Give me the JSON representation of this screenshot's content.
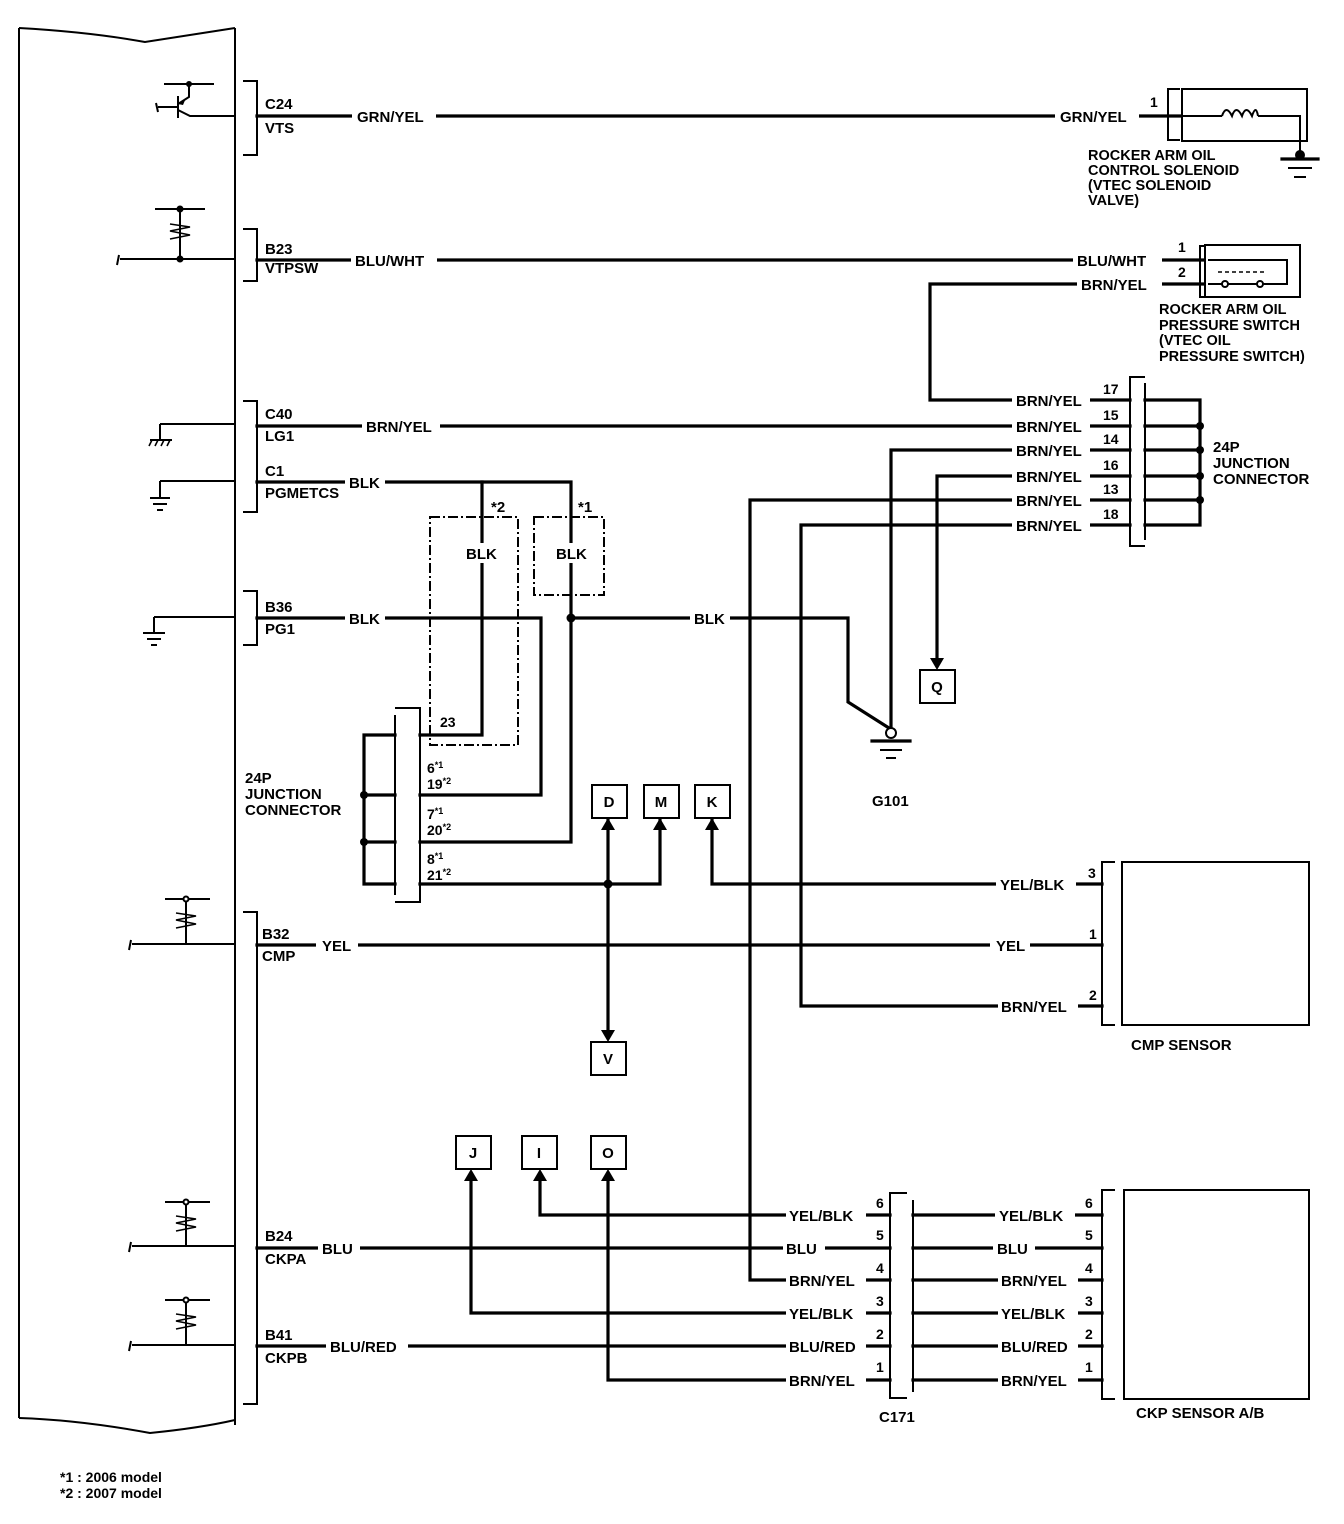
{
  "ecm_pins": {
    "c24": {
      "pin": "C24",
      "name": "VTS",
      "wire": "GRN/YEL"
    },
    "b23": {
      "pin": "B23",
      "name": "VTPSW",
      "wire": "BLU/WHT"
    },
    "c40": {
      "pin": "C40",
      "name": "LG1",
      "wire": "BRN/YEL"
    },
    "c1": {
      "pin": "C1",
      "name": "PGMETCS",
      "wire": "BLK"
    },
    "b36": {
      "pin": "B36",
      "name": "PG1",
      "wire": "BLK"
    },
    "b32": {
      "pin": "B32",
      "name": "CMP",
      "wire": "YEL"
    },
    "b24": {
      "pin": "B24",
      "name": "CKPA",
      "wire": "BLU"
    },
    "b41": {
      "pin": "B41",
      "name": "CKPB",
      "wire": "BLU/RED"
    }
  },
  "vtec_solenoid": {
    "wire": "GRN/YEL",
    "pin": "1",
    "label": [
      "ROCKER ARM OIL",
      "CONTROL SOLENOID",
      "(VTEC SOLENOID",
      "VALVE)"
    ]
  },
  "vtec_pressure_switch": {
    "pins": [
      {
        "pin": "1",
        "wire": "BLU/WHT"
      },
      {
        "pin": "2",
        "wire": "BRN/YEL"
      }
    ],
    "label": [
      "ROCKER ARM OIL",
      "PRESSURE SWITCH",
      "(VTEC OIL",
      "PRESSURE SWITCH)"
    ]
  },
  "junction_right": {
    "label": [
      "24P",
      "JUNCTION",
      "CONNECTOR"
    ],
    "pins": [
      {
        "pin": "17",
        "wire": "BRN/YEL"
      },
      {
        "pin": "15",
        "wire": "BRN/YEL"
      },
      {
        "pin": "14",
        "wire": "BRN/YEL"
      },
      {
        "pin": "16",
        "wire": "BRN/YEL"
      },
      {
        "pin": "13",
        "wire": "BRN/YEL"
      },
      {
        "pin": "18",
        "wire": "BRN/YEL"
      }
    ]
  },
  "junction_left": {
    "label": [
      "24P",
      "JUNCTION",
      "CONNECTOR"
    ],
    "pins": {
      "p23": "23",
      "p6": "6",
      "p19": "19",
      "p7": "7",
      "p20": "20",
      "p8": "8",
      "p21": "21"
    },
    "sup1": "*1",
    "sup2": "*2"
  },
  "variants": {
    "v2": {
      "mark": "*2",
      "wire": "BLK"
    },
    "v1": {
      "mark": "*1",
      "wire": "BLK"
    }
  },
  "blk_ground_wire": "BLK",
  "ground": {
    "label": "G101"
  },
  "refs": {
    "q": "Q",
    "d": "D",
    "m": "M",
    "k": "K",
    "v": "V",
    "j": "J",
    "i": "I",
    "o": "O"
  },
  "cmp_sensor": {
    "label": "CMP SENSOR",
    "pins": [
      {
        "pin": "3",
        "wire": "YEL/BLK"
      },
      {
        "pin": "1",
        "wire": "YEL"
      },
      {
        "pin": "2",
        "wire": "BRN/YEL"
      }
    ]
  },
  "c171": {
    "label": "C171",
    "left": [
      {
        "pin": "6",
        "wire": "YEL/BLK"
      },
      {
        "pin": "5",
        "wire": "BLU"
      },
      {
        "pin": "4",
        "wire": "BRN/YEL"
      },
      {
        "pin": "3",
        "wire": "YEL/BLK"
      },
      {
        "pin": "2",
        "wire": "BLU/RED"
      },
      {
        "pin": "1",
        "wire": "BRN/YEL"
      }
    ]
  },
  "ckp_sensor": {
    "label": "CKP SENSOR A/B",
    "pins": [
      {
        "pin": "6",
        "wire": "YEL/BLK"
      },
      {
        "pin": "5",
        "wire": "BLU"
      },
      {
        "pin": "4",
        "wire": "BRN/YEL"
      },
      {
        "pin": "3",
        "wire": "YEL/BLK"
      },
      {
        "pin": "2",
        "wire": "BLU/RED"
      },
      {
        "pin": "1",
        "wire": "BRN/YEL"
      }
    ]
  },
  "footnotes": [
    "*1 : 2006 model",
    "*2 : 2007 model"
  ]
}
